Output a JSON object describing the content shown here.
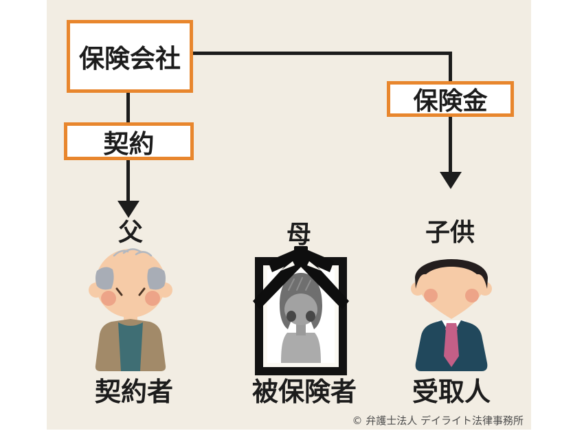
{
  "colors": {
    "panel_background": "#f2ede3",
    "accent_orange": "#e8862d",
    "line_black": "#1c1c1c",
    "copyright_gray": "#4d4d4d"
  },
  "boxes": {
    "insurance_company": "保険会社",
    "contract": "契約",
    "benefit": "保険金"
  },
  "people": [
    {
      "relation": "父",
      "role": "契約者",
      "figure": "elderly-father"
    },
    {
      "relation": "母",
      "role": "被保険者",
      "figure": "memorial-photo-mother"
    },
    {
      "relation": "子供",
      "role": "受取人",
      "figure": "son-in-suit"
    }
  ],
  "copyright": "© 弁護士法人 デイライト法律事務所"
}
